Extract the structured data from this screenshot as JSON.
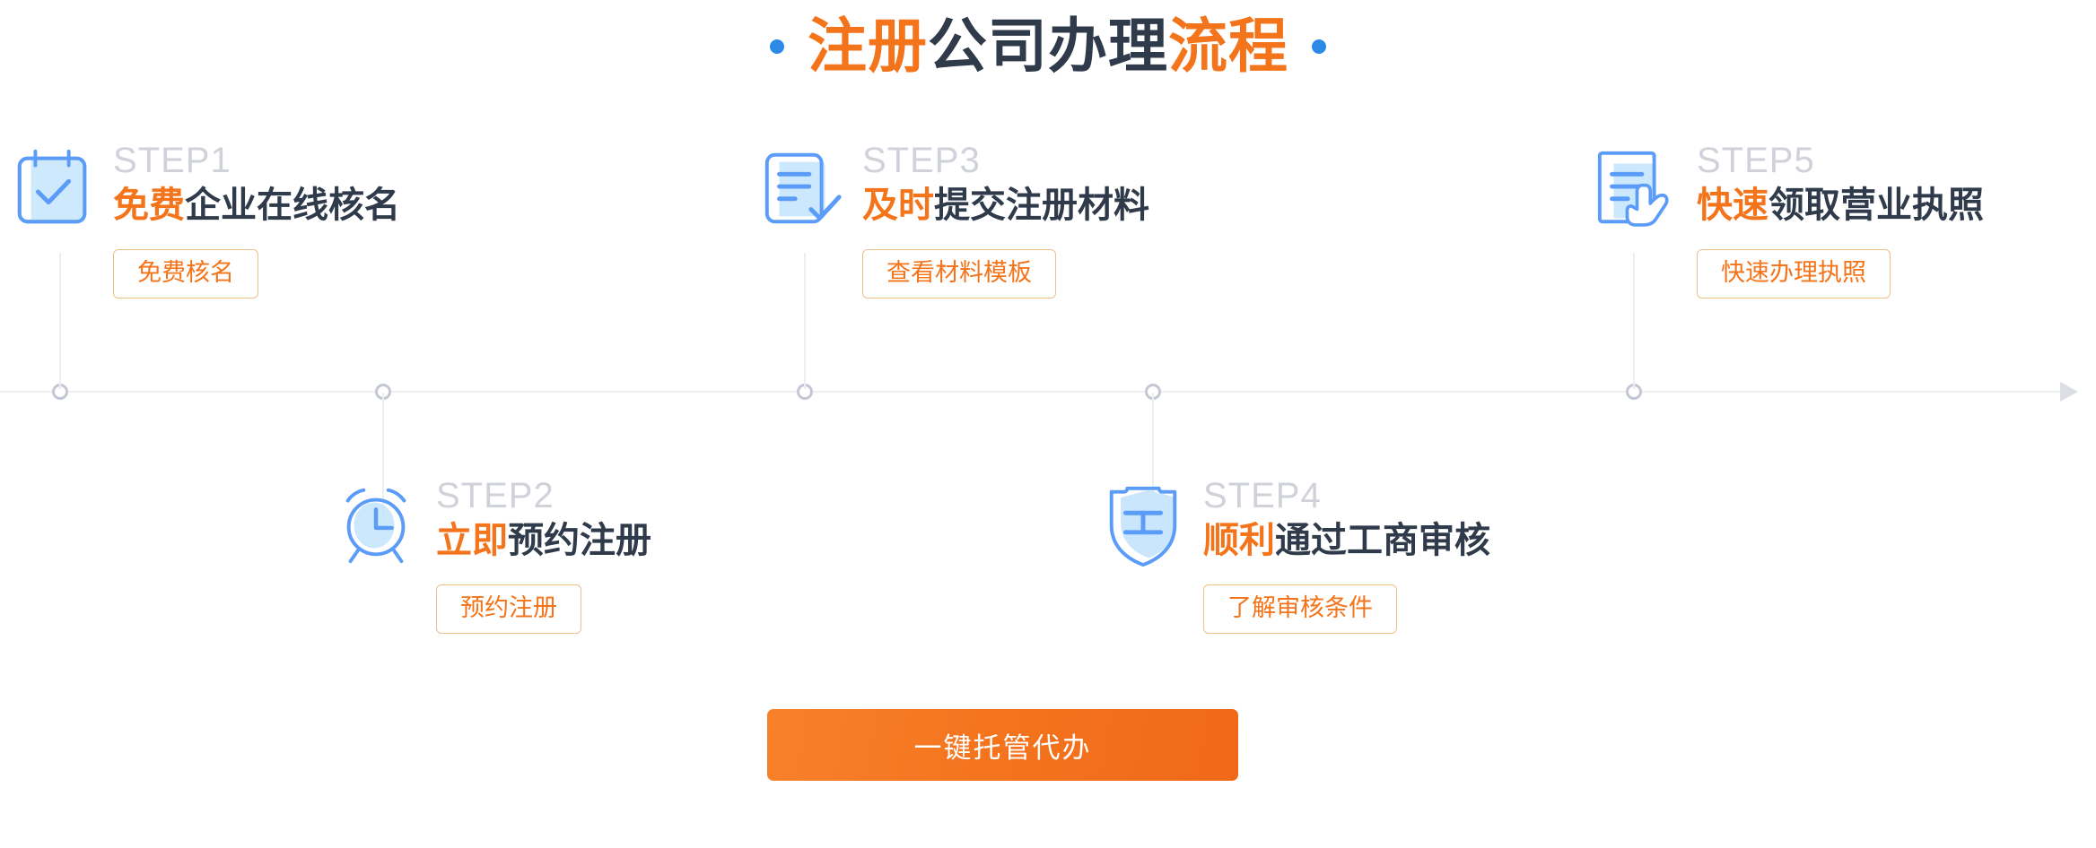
{
  "header": {
    "left_dot": "bullet-dot",
    "right_dot": "bullet-dot",
    "title_part1": "注册",
    "title_part2": "公司办理",
    "title_part3": "流程",
    "title_full": "· 注册公司办理流程 ·"
  },
  "colors": {
    "accent_orange": "#f3741a",
    "title_dark": "#2f3a4a",
    "step_label_gray": "#cfd2d8",
    "axis_gray": "#eceef3",
    "node_ring": "#c3c7d4",
    "icon_blue": "#5b9cf8",
    "icon_fill": "#bfe2fb",
    "button_border": "#eec08a",
    "cta_gradient_from": "#f8812a",
    "cta_gradient_to": "#f0691a",
    "dot_blue": "#2b8ae8"
  },
  "steps": [
    {
      "label": "STEP1",
      "title_highlight": "免费",
      "title_rest": "企业在线核名",
      "button": "免费核名",
      "icon": "calendar-check-icon",
      "position": "above"
    },
    {
      "label": "STEP2",
      "title_highlight": "立即",
      "title_rest": "预约注册",
      "button": "预约注册",
      "icon": "alarm-clock-icon",
      "position": "below"
    },
    {
      "label": "STEP3",
      "title_highlight": "及时",
      "title_rest": "提交注册材料",
      "button": "查看材料模板",
      "icon": "document-check-icon",
      "position": "above"
    },
    {
      "label": "STEP4",
      "title_highlight": "顺利",
      "title_rest": "通过工商审核",
      "button": "了解审核条件",
      "icon": "shield-gong-icon",
      "position": "below"
    },
    {
      "label": "STEP5",
      "title_highlight": "快速",
      "title_rest": "领取营业执照",
      "button": "快速办理执照",
      "icon": "document-hand-icon",
      "position": "above"
    }
  ],
  "cta": {
    "label": "一键托管代办"
  }
}
